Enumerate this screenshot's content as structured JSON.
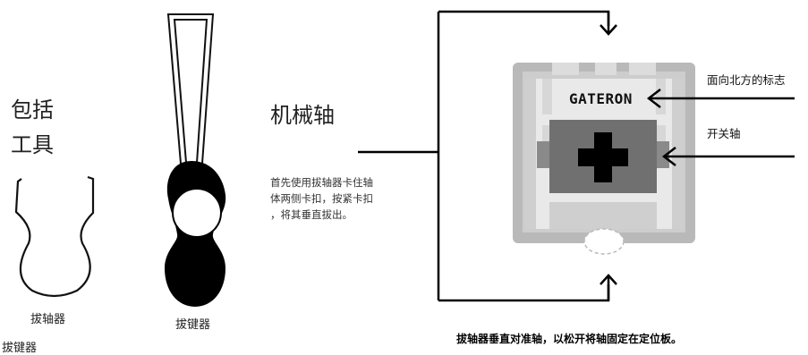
{
  "tools": {
    "heading_line1": "包括",
    "heading_line2": "工具",
    "switch_puller_label": "拔轴器",
    "keycap_puller_label": "拔键器",
    "bottom_cut_label": "拔键器"
  },
  "switch_section": {
    "title": "机械轴",
    "instruction_lines": [
      "首先使用拔轴器卡住轴",
      "体两侧卡扣，按紧卡扣",
      "，将其垂直拔出。"
    ],
    "brand_text": "GATERON",
    "north_marker_label": "面向北方的标志",
    "switch_label": "开关轴",
    "footer": "拔轴器垂直对准轴，以松开将轴固定在定位板。"
  }
}
